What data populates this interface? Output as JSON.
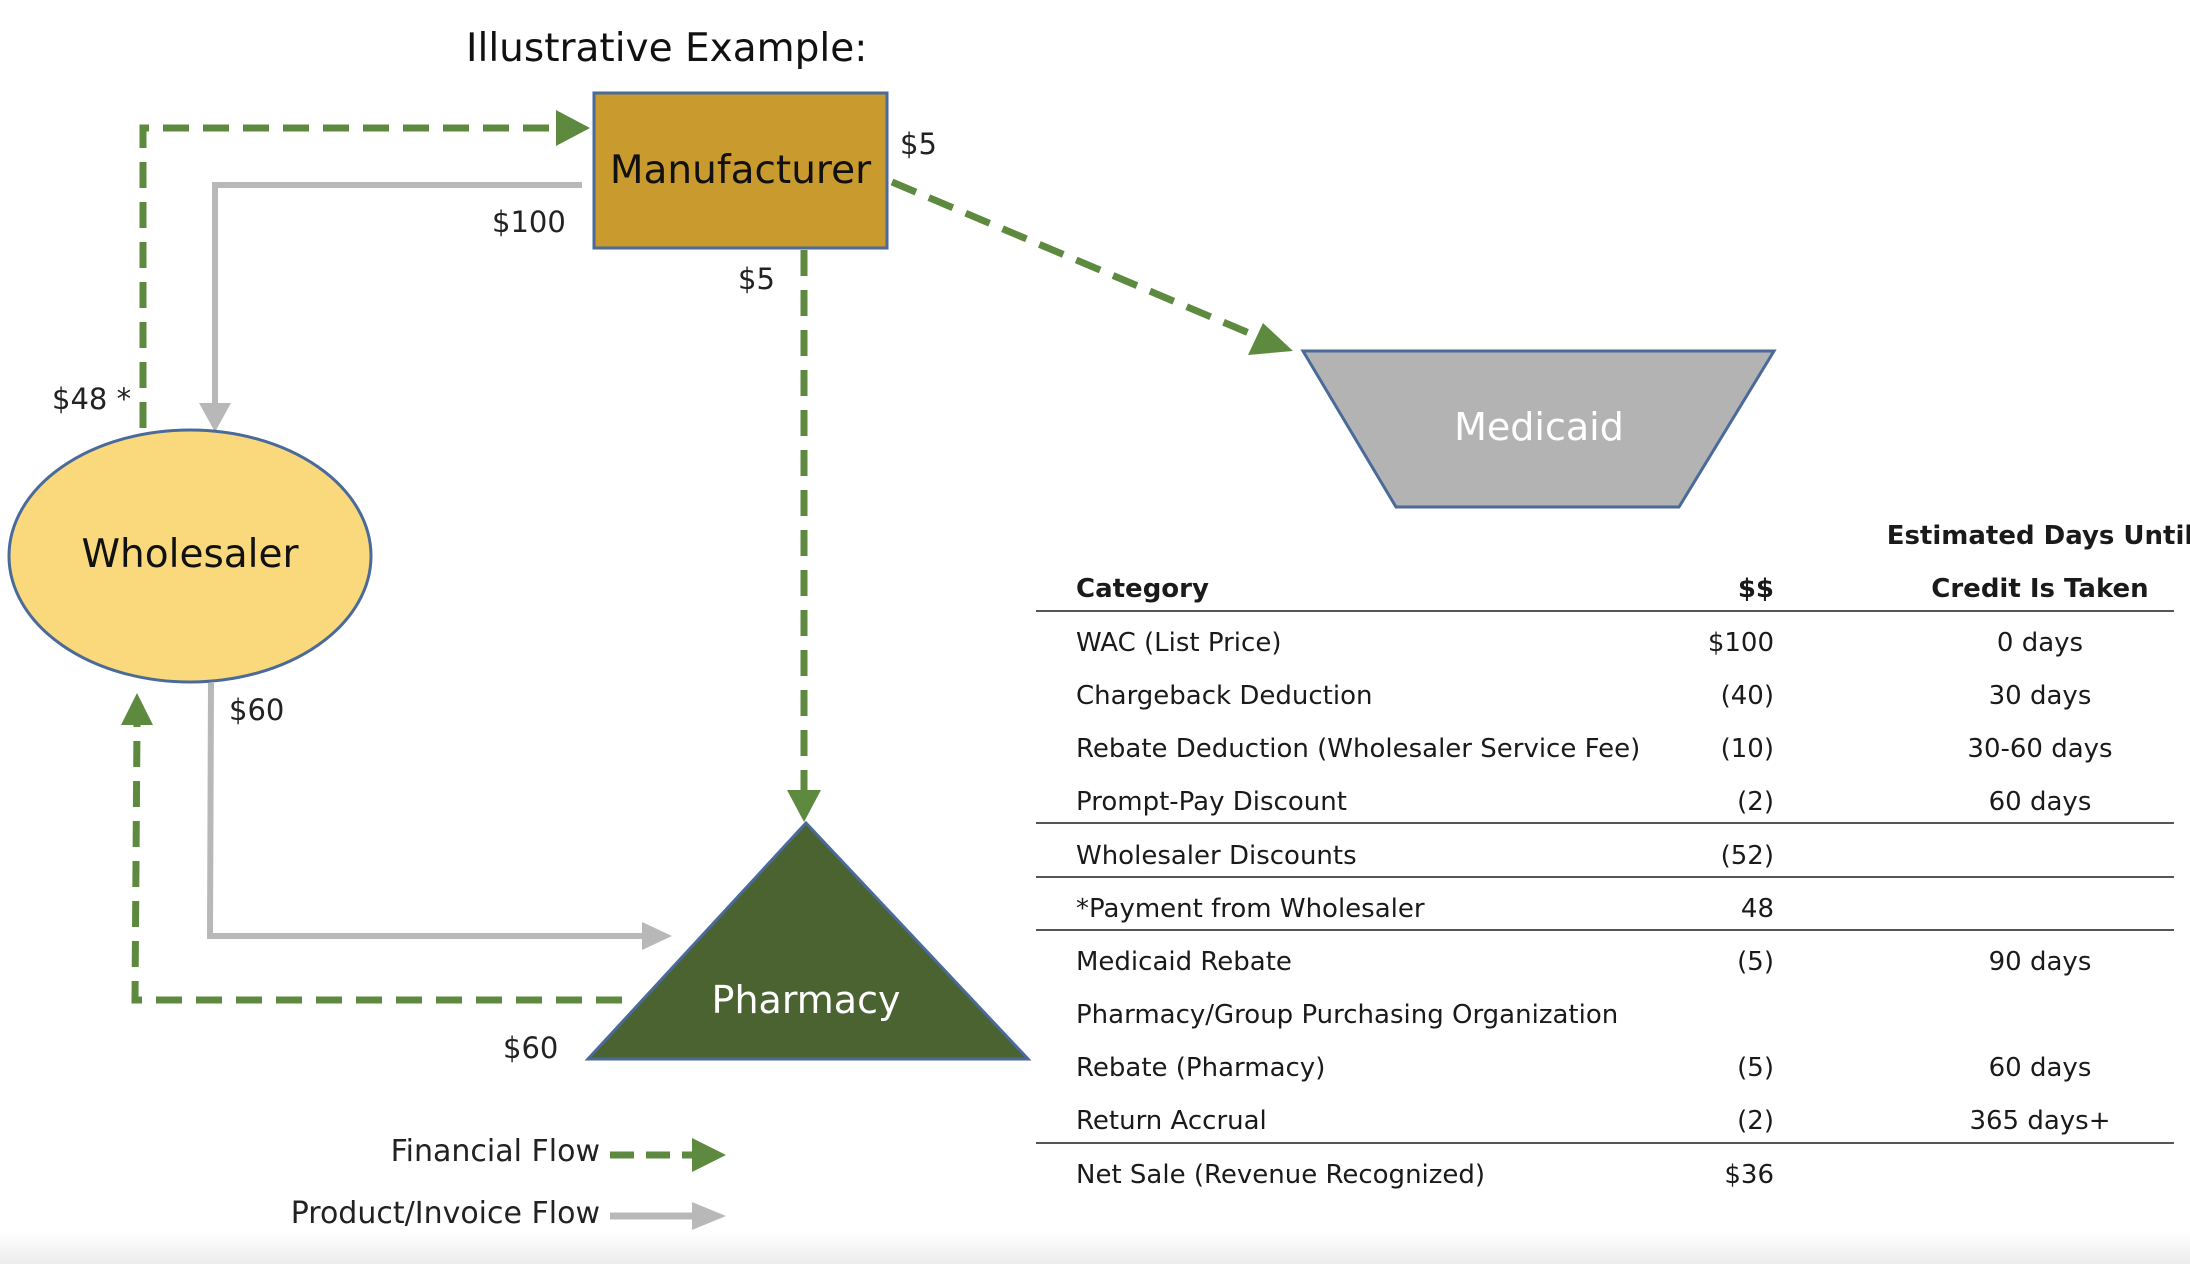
{
  "title": "Illustrative Example:",
  "nodes": {
    "manufacturer": "Manufacturer",
    "wholesaler": "Wholesaler",
    "pharmacy": "Pharmacy",
    "medicaid": "Medicaid"
  },
  "flow_labels": {
    "manufacturer_to_medicaid": "$5",
    "manufacturer_to_wholesaler": "$100",
    "manufacturer_to_pharmacy": "$5",
    "wholesaler_to_manufacturer": "$48 *",
    "wholesaler_to_pharmacy": "$60",
    "pharmacy_to_wholesaler": "$60"
  },
  "legend": {
    "financial": "Financial Flow",
    "product": "Product/Invoice Flow"
  },
  "table": {
    "headers": {
      "category": "Category",
      "amount": "$$",
      "days_line1": "Estimated Days Until",
      "days_line2": "Credit Is Taken"
    },
    "rows": [
      {
        "category": "WAC (List Price)",
        "amount": "$100",
        "days": "0 days"
      },
      {
        "category": "Chargeback Deduction",
        "amount": "(40)",
        "days": "30 days"
      },
      {
        "category": "Rebate Deduction (Wholesaler Service Fee)",
        "amount": "(10)",
        "days": "30-60 days"
      },
      {
        "category": "Prompt-Pay Discount",
        "amount": "(2)",
        "days": "60 days"
      },
      {
        "category": "Wholesaler Discounts",
        "amount": "(52)",
        "days": ""
      },
      {
        "category": "*Payment from Wholesaler",
        "amount": "48",
        "days": ""
      },
      {
        "category": "Medicaid Rebate",
        "amount": "(5)",
        "days": "90 days"
      },
      {
        "category": "Pharmacy/Group Purchasing Organization",
        "amount": "",
        "days": ""
      },
      {
        "category": "Rebate (Pharmacy)",
        "amount": "(5)",
        "days": "60 days"
      },
      {
        "category": "Return Accrual",
        "amount": "(2)",
        "days": "365 days+"
      },
      {
        "category": "Net Sale (Revenue Recognized)",
        "amount": "$36",
        "days": ""
      }
    ]
  },
  "colors": {
    "financial_flow": "#5e8a40",
    "product_flow": "#b8b8b8",
    "manufacturer_fill": "#c99a2e",
    "wholesaler_fill": "#fad97c",
    "pharmacy_fill": "#4a6331",
    "medicaid_fill": "#b3b3b3",
    "node_border": "#4a6a9a"
  }
}
